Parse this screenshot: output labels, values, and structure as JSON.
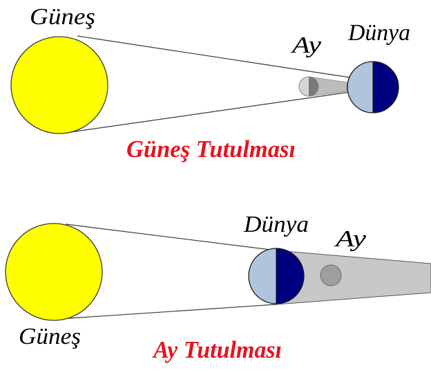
{
  "solar_eclipse": {
    "sun_label": "Güneş",
    "moon_label": "Ay",
    "earth_label": "Dünya",
    "title": "Güneş Tutulması"
  },
  "lunar_eclipse": {
    "sun_label": "Güneş",
    "earth_label": "Dünya",
    "moon_label": "Ay",
    "title": "Ay Tutulması"
  },
  "colors": {
    "sun": "#ffff00",
    "earth_day": "#b0c4de",
    "earth_night": "#000080",
    "moon": "#a9a9a9",
    "shadow": "#c8c8c8",
    "title": "#e8121e"
  }
}
